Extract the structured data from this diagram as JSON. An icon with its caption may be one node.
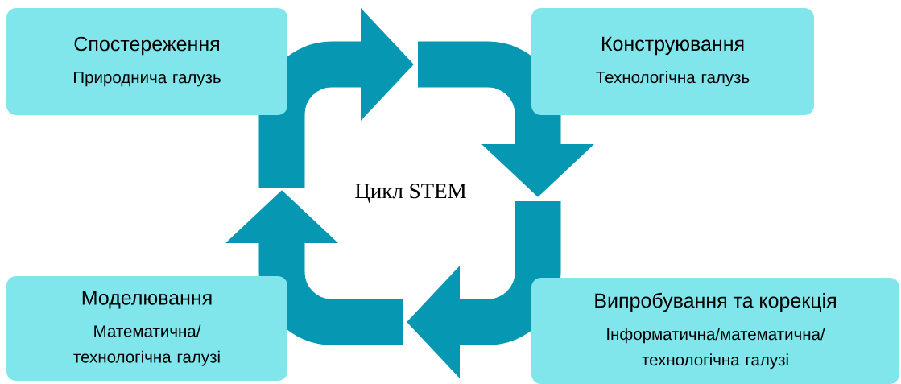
{
  "diagram": {
    "nodes": [
      {
        "text": [
          "Спостереження",
          "Природнича галузь"
        ]
      },
      {
        "text": [
          "Конструювання",
          "Технологічна галузь"
        ]
      },
      {
        "text": [
          "Моделювання",
          "Математична/ технологічна галузі"
        ]
      },
      {
        "text": [
          "Випробування та корекція",
          "Інформатична/математична/ технологічна галузі"
        ]
      }
    ],
    "labels": [
      "Цикл STEM"
    ]
  }
}
